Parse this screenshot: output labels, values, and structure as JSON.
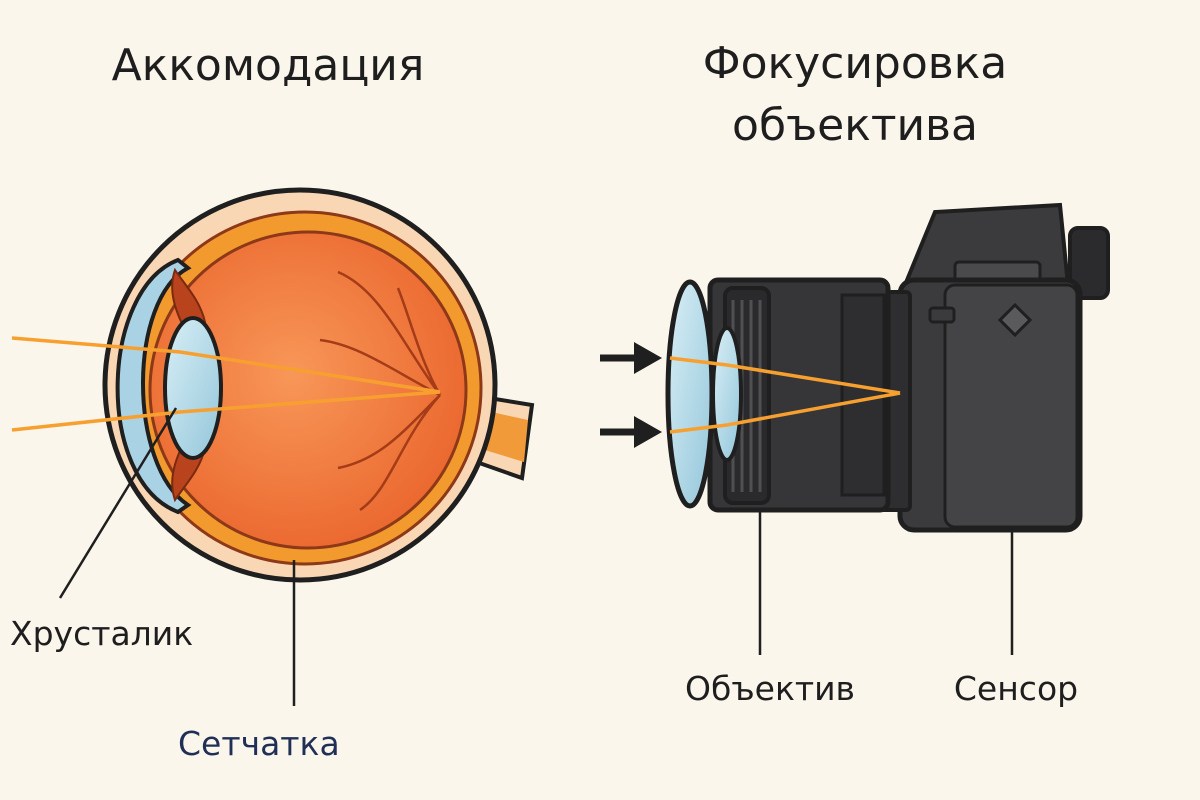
{
  "titles": {
    "left": "Аккомодация",
    "right_line1": "Фокусировка",
    "right_line2": "объектива"
  },
  "labels": {
    "lens_eye": "Хрусталик",
    "retina": "Сетчатка",
    "lens_camera": "Объектив",
    "sensor": "Сенсор"
  },
  "colors": {
    "background": "#fbf6ec",
    "eye_orange": "#f0722d",
    "light_ray": "#f7a030",
    "cornea_blue": "#a9d3e4",
    "camera_body": "#3b3b3d"
  },
  "icons": {
    "arrows": [
      "arrow-right-icon",
      "arrow-right-icon"
    ]
  }
}
